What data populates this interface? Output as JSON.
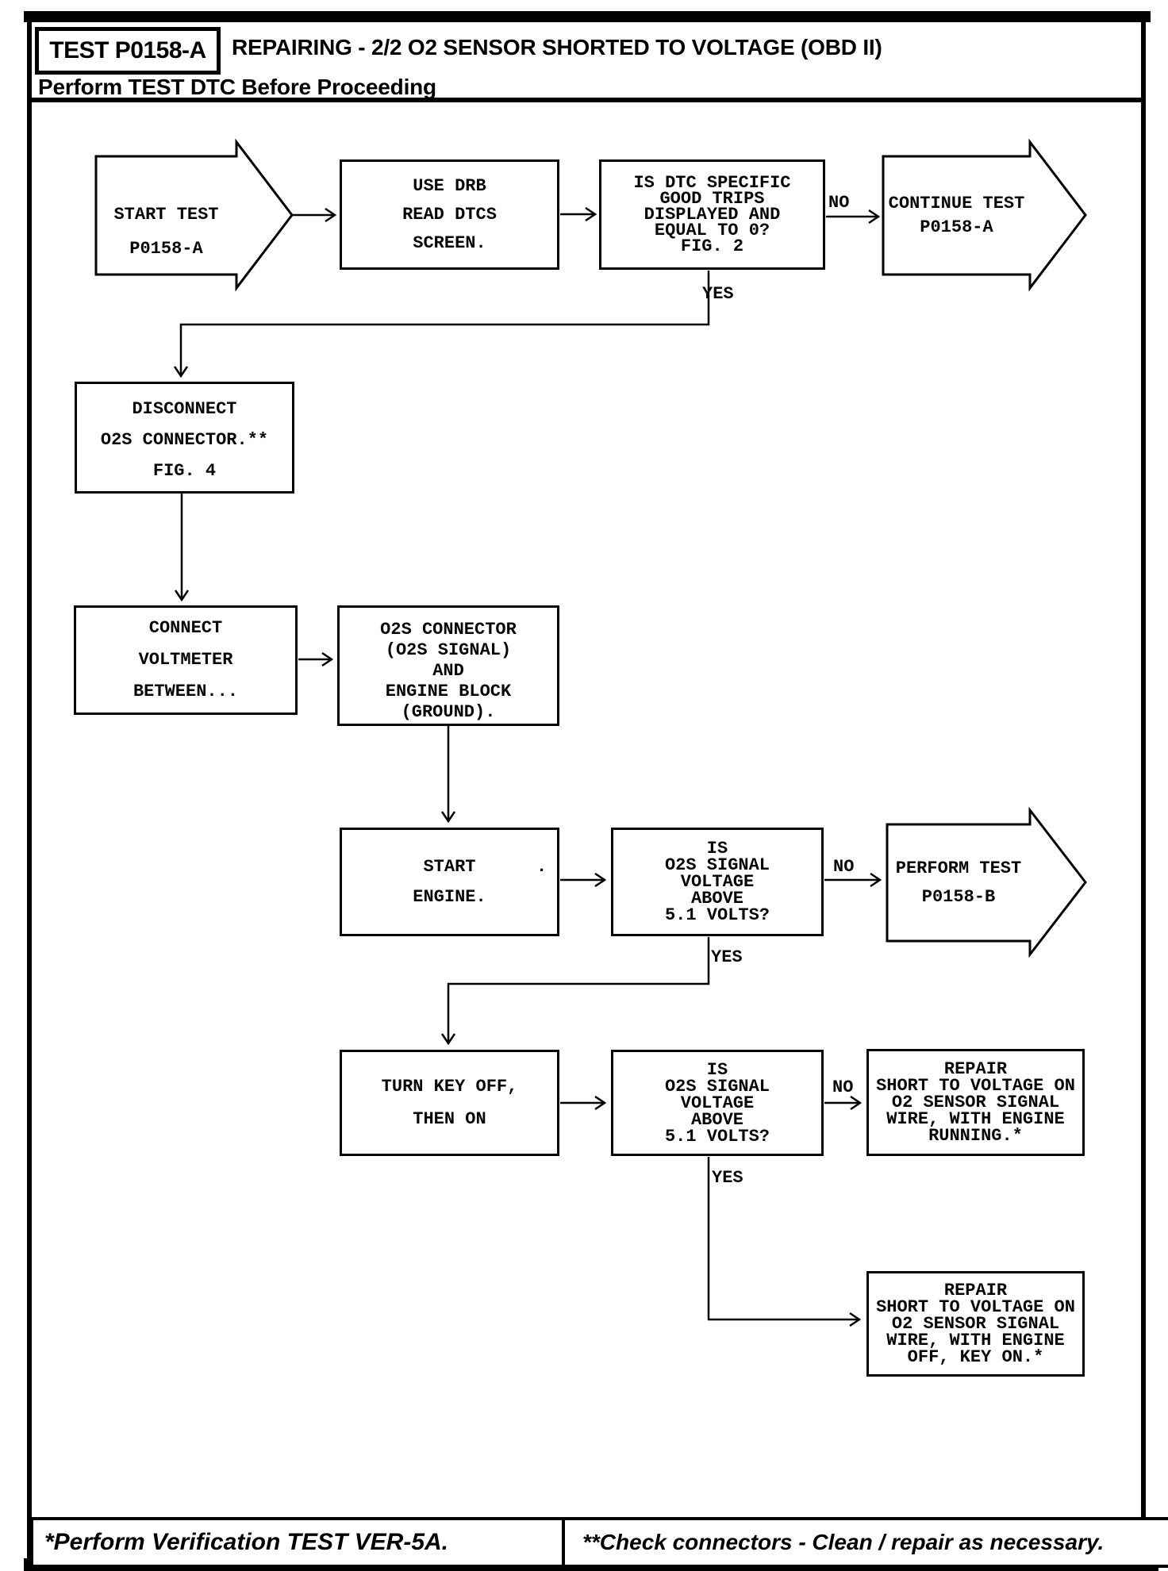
{
  "header": {
    "test_label": "TEST P0158-A",
    "title": "REPAIRING - 2/2 O2 SENSOR SHORTED TO VOLTAGE (OBD II)",
    "subtitle": "Perform TEST DTC Before Proceeding"
  },
  "flow": {
    "start": {
      "lines": [
        "START TEST",
        "P0158-A"
      ]
    },
    "use_drb": {
      "lines": [
        "USE DRB",
        "READ DTCS",
        "SCREEN."
      ]
    },
    "dtc_decision": {
      "lines": [
        "IS DTC SPECIFIC",
        "GOOD TRIPS",
        "DISPLAYED AND",
        "EQUAL TO 0?",
        "FIG. 2"
      ]
    },
    "continue_test": {
      "lines": [
        "CONTINUE TEST",
        "P0158-A"
      ]
    },
    "disconnect": {
      "lines": [
        "DISCONNECT",
        "O2S CONNECTOR.**",
        "FIG. 4"
      ]
    },
    "connect_voltmeter": {
      "lines": [
        "CONNECT",
        "VOLTMETER",
        "BETWEEN..."
      ]
    },
    "o2s_connector": {
      "lines": [
        "O2S CONNECTOR",
        "(O2S SIGNAL)",
        "AND",
        "ENGINE BLOCK",
        "(GROUND)."
      ]
    },
    "start_engine": {
      "lines": [
        "START",
        "ENGINE."
      ],
      "stray_mark": "."
    },
    "voltage_decision_1": {
      "lines": [
        "IS",
        "O2S SIGNAL",
        "VOLTAGE",
        "ABOVE",
        "5.1 VOLTS?"
      ]
    },
    "perform_test": {
      "lines": [
        "PERFORM TEST",
        "P0158-B"
      ]
    },
    "turn_key": {
      "lines": [
        "TURN KEY OFF,",
        "THEN ON"
      ]
    },
    "voltage_decision_2": {
      "lines": [
        "IS",
        "O2S SIGNAL",
        "VOLTAGE",
        "ABOVE",
        "5.1 VOLTS?"
      ]
    },
    "repair_running": {
      "lines": [
        "REPAIR",
        "SHORT TO VOLTAGE ON",
        "O2 SENSOR SIGNAL",
        "WIRE, WITH ENGINE",
        "RUNNING.*"
      ]
    },
    "repair_key_on": {
      "lines": [
        "REPAIR",
        "SHORT TO VOLTAGE ON",
        "O2 SENSOR SIGNAL",
        "WIRE, WITH ENGINE",
        "OFF, KEY ON.*"
      ]
    },
    "labels": {
      "yes1": "YES",
      "no1": "NO",
      "yes2": "YES",
      "no2": "NO",
      "yes3": "YES",
      "no3": "NO"
    }
  },
  "footer": {
    "left_note": "*Perform Verification TEST VER-5A.",
    "right_note": "**Check connectors - Clean / repair as necessary."
  },
  "colors": {
    "ink": "#000000",
    "paper": "#ffffff"
  }
}
